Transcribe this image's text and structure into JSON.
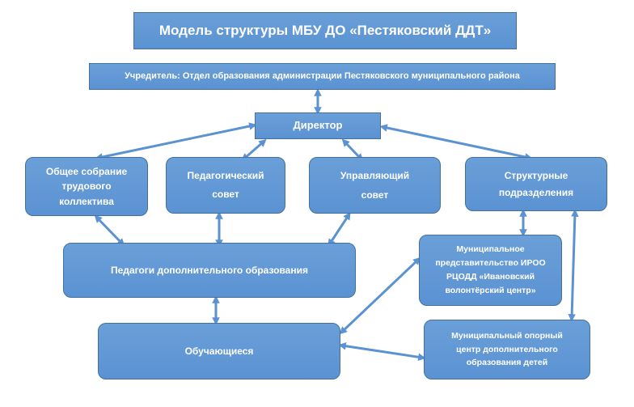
{
  "title": "Модель структуры МБУ ДО «Пестяковский ДДТ»",
  "founder": "Учредитель: Отдел образования администрации Пестяковского муниципального района",
  "director": "Директор",
  "general_meeting": [
    "Общее собрание",
    "трудового",
    "коллектива"
  ],
  "ped_council": [
    "Педагогический",
    "совет"
  ],
  "board": [
    "Управляющий",
    "совет"
  ],
  "structural_units": [
    "Структурные",
    "подразделения"
  ],
  "teachers": "Педагоги дополнительного образования",
  "municipal_rep": [
    "Муниципальное",
    "представительство ИРОО",
    "РЦОДД «Ивановский",
    "волонтёрский центр»"
  ],
  "students": "Обучающиеся",
  "support_center": [
    "Муниципальный опорный",
    "центр дополнительного",
    "образования детей"
  ],
  "colors": {
    "box_fill": "#5b92d2",
    "box_border": "#41719c",
    "text": "#ffffff",
    "arrow": "#5b92d2"
  }
}
